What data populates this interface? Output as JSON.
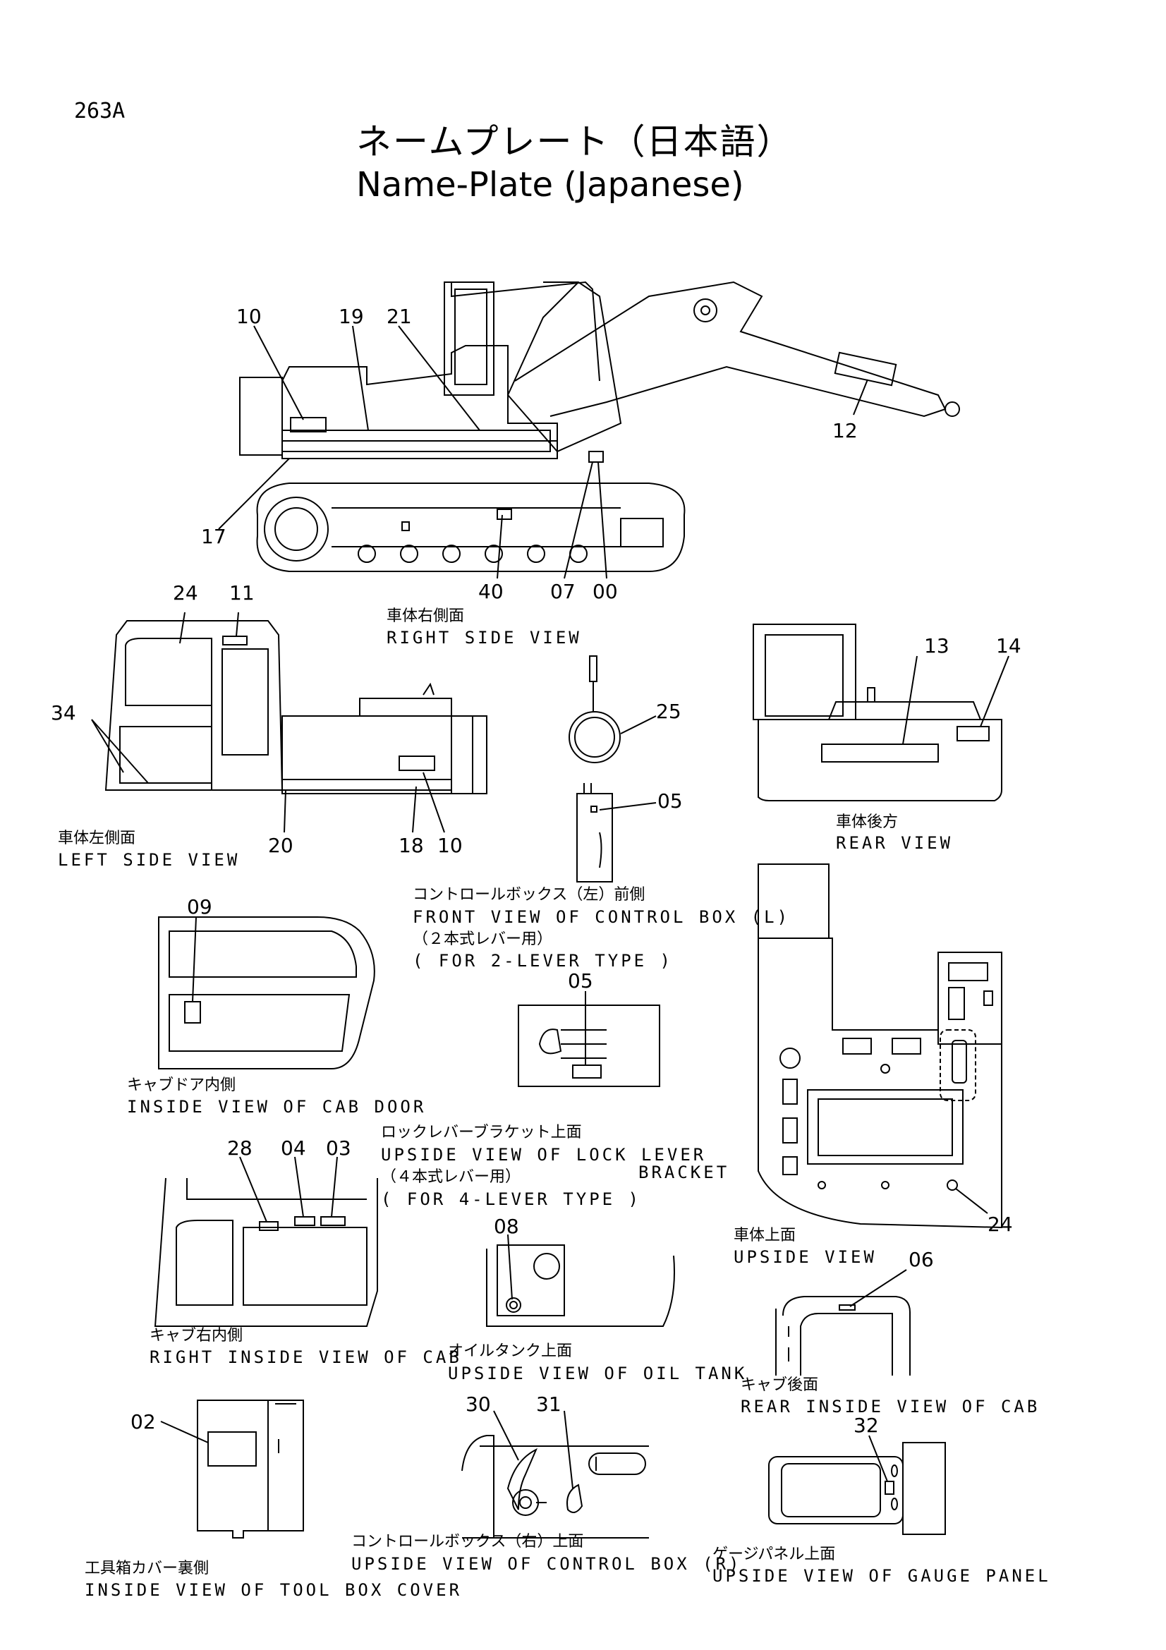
{
  "page_number": "263A",
  "title_jp": "ネームプレート（日本語）",
  "title_en": "Name-Plate (Japanese)",
  "views": {
    "right_side": {
      "jp": "車体右側面",
      "en": "RIGHT SIDE VIEW"
    },
    "left_side": {
      "jp": "車体左側面",
      "en": "LEFT SIDE VIEW"
    },
    "rear": {
      "jp": "車体後方",
      "en": "REAR VIEW"
    },
    "control_box_l": {
      "jp": "コントロールボックス（左）前側",
      "en": "FRONT VIEW OF CONTROL BOX (L)",
      "note_jp": "（２本式レバー用）",
      "note_en": "( FOR 2-LEVER TYPE )"
    },
    "cab_door": {
      "jp": "キャブドア内側",
      "en": "INSIDE VIEW OF CAB DOOR"
    },
    "lock_lever": {
      "jp": "ロックレバーブラケット上面",
      "en": "UPSIDE VIEW OF LOCK LEVER",
      "en2": "BRACKET",
      "note_jp": "（４本式レバー用）",
      "note_en": "( FOR 4-LEVER TYPE )"
    },
    "upside": {
      "jp": "車体上面",
      "en": "UPSIDE VIEW"
    },
    "cab_right": {
      "jp": "キャブ右内側",
      "en": "RIGHT INSIDE VIEW OF CAB"
    },
    "oil_tank": {
      "jp": "オイルタンク上面",
      "en": "UPSIDE VIEW OF OIL TANK"
    },
    "cab_rear": {
      "jp": "キャブ後面",
      "en": "REAR INSIDE VIEW OF CAB"
    },
    "tool_box": {
      "jp": "工具箱カバー裏側",
      "en": "INSIDE VIEW OF TOOL BOX COVER"
    },
    "control_box_r": {
      "jp": "コントロールボックス（右）上面",
      "en": "UPSIDE VIEW OF CONTROL BOX (R)"
    },
    "gauge_panel": {
      "jp": "ゲージパネル上面",
      "en": "UPSIDE VIEW OF GAUGE PANEL"
    }
  },
  "callouts": {
    "rs_10": "10",
    "rs_19": "19",
    "rs_21": "21",
    "rs_12": "12",
    "rs_17": "17",
    "rs_40": "40",
    "rs_07": "07",
    "rs_00": "00",
    "ls_24": "24",
    "ls_11": "11",
    "ls_34": "34",
    "ls_20": "20",
    "ls_18": "18",
    "ls_10": "10",
    "p_25": "25",
    "p_05a": "05",
    "p_05b": "05",
    "r_13": "13",
    "r_14": "14",
    "d_09": "09",
    "c_28": "28",
    "c_04": "04",
    "c_03": "03",
    "t_08": "08",
    "u_24": "24",
    "cr_06": "06",
    "tb_02": "02",
    "cb_30": "30",
    "cb_31": "31",
    "g_32": "32"
  }
}
